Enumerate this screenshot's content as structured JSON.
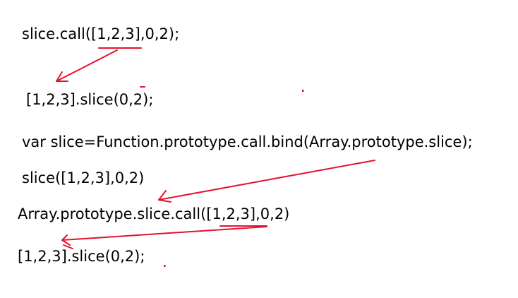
{
  "lines": [
    "slice.call([1,2,3],0,2);",
    "[1,2,3].slice(0,2);",
    "var slice=Function.prototype.call.bind(Array.prototype.slice);",
    "slice([1,2,3],0,2)",
    "Array.prototype.slice.call([1,2,3],0,2)",
    "[1,2,3].slice(0,2);"
  ],
  "annotation_color": "#e3132c"
}
